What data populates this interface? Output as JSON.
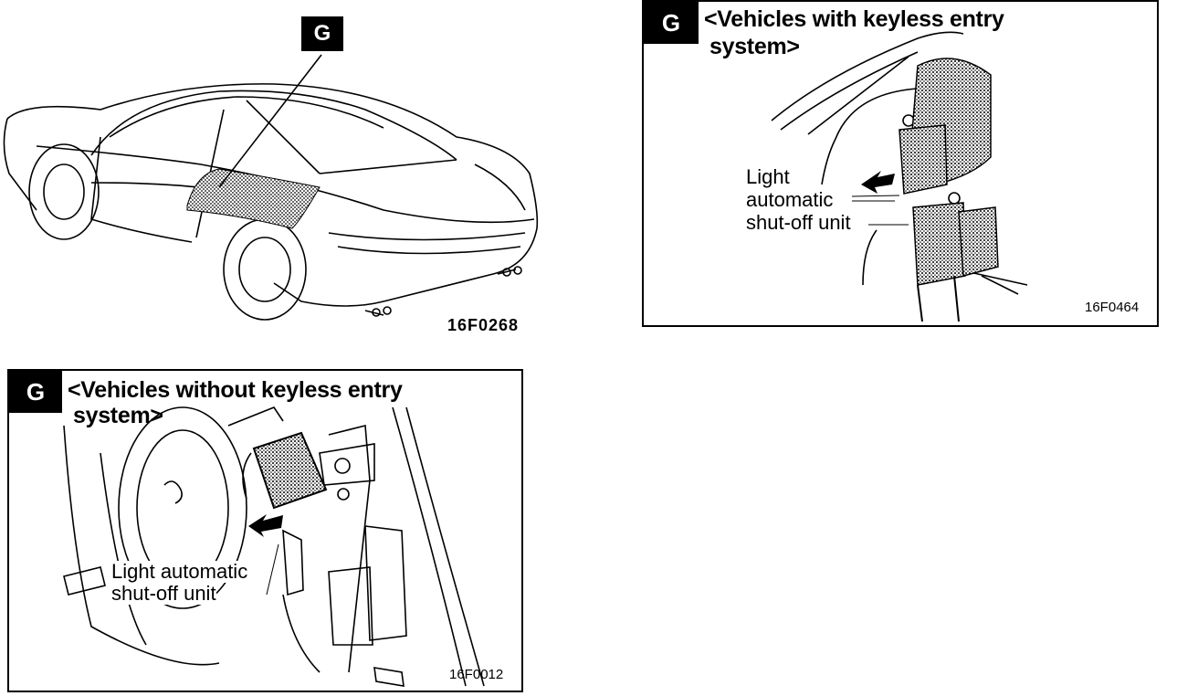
{
  "overview": {
    "badge": "G",
    "figure_code": "16F0268"
  },
  "panel_keyless": {
    "badge": "G",
    "title_line1": "<Vehicles with keyless entry",
    "title_line2": "system>",
    "label_line1": "Light",
    "label_line2": "automatic",
    "label_line3": "shut-off unit",
    "figure_code": "16F0464"
  },
  "panel_no_keyless": {
    "badge": "G",
    "title_line1": "<Vehicles without keyless entry",
    "title_line2": "system>",
    "label_line1": "Light automatic",
    "label_line2": "shut-off unit",
    "figure_code": "16F0012"
  }
}
